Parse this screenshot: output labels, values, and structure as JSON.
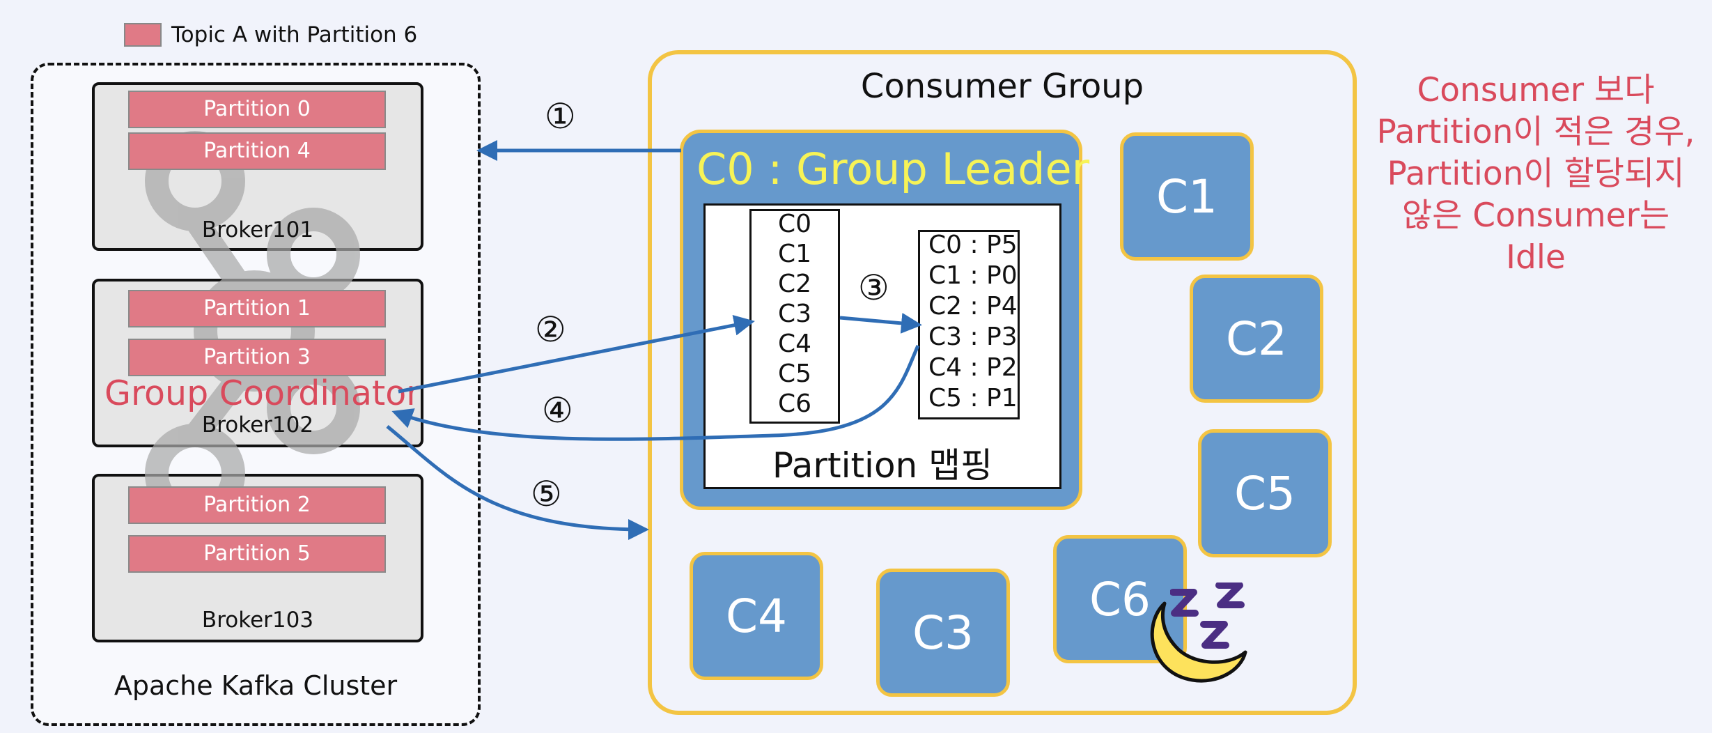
{
  "legend": {
    "label": "Topic A with Partition 6",
    "color": "#e07a86"
  },
  "cluster": {
    "label": "Apache Kafka Cluster"
  },
  "brokers": [
    {
      "name": "Broker101",
      "partitions": [
        "Partition 0",
        "Partition 4"
      ]
    },
    {
      "name": "Broker102",
      "partitions": [
        "Partition 1",
        "Partition 3"
      ]
    },
    {
      "name": "Broker103",
      "partitions": [
        "Partition 2",
        "Partition 5"
      ]
    }
  ],
  "coordinator": {
    "label": "Group Coordinator"
  },
  "consumer_group": {
    "title": "Consumer Group",
    "leader": {
      "title": "C0 : Group Leader",
      "mapping_title": "Partition 맵핑",
      "members": [
        "C0",
        "C1",
        "C2",
        "C3",
        "C4",
        "C5",
        "C6"
      ],
      "assignments": [
        "C0 : P5",
        "C1 : P0",
        "C2 : P4",
        "C3 : P3",
        "C4 : P2",
        "C5 : P1"
      ]
    },
    "consumers": [
      "C1",
      "C2",
      "C5",
      "C4",
      "C3",
      "C6"
    ]
  },
  "steps": [
    "①",
    "②",
    "③",
    "④",
    "⑤"
  ],
  "note": {
    "lines": [
      "Consumer 보다",
      "Partition이 적은 경우,",
      "Partition이 할당되지",
      "않은 Consumer는",
      "Idle"
    ]
  },
  "colors": {
    "partition": "#e07a86",
    "consumer_fill": "#6699cc",
    "consumer_border": "#f3c443",
    "arrow": "#2f6db5",
    "accent_text": "#d94a5c",
    "leader_title": "#f7f356"
  },
  "icons": [
    "kafka-logo-watermark",
    "moon-icon",
    "zzz-icon"
  ]
}
